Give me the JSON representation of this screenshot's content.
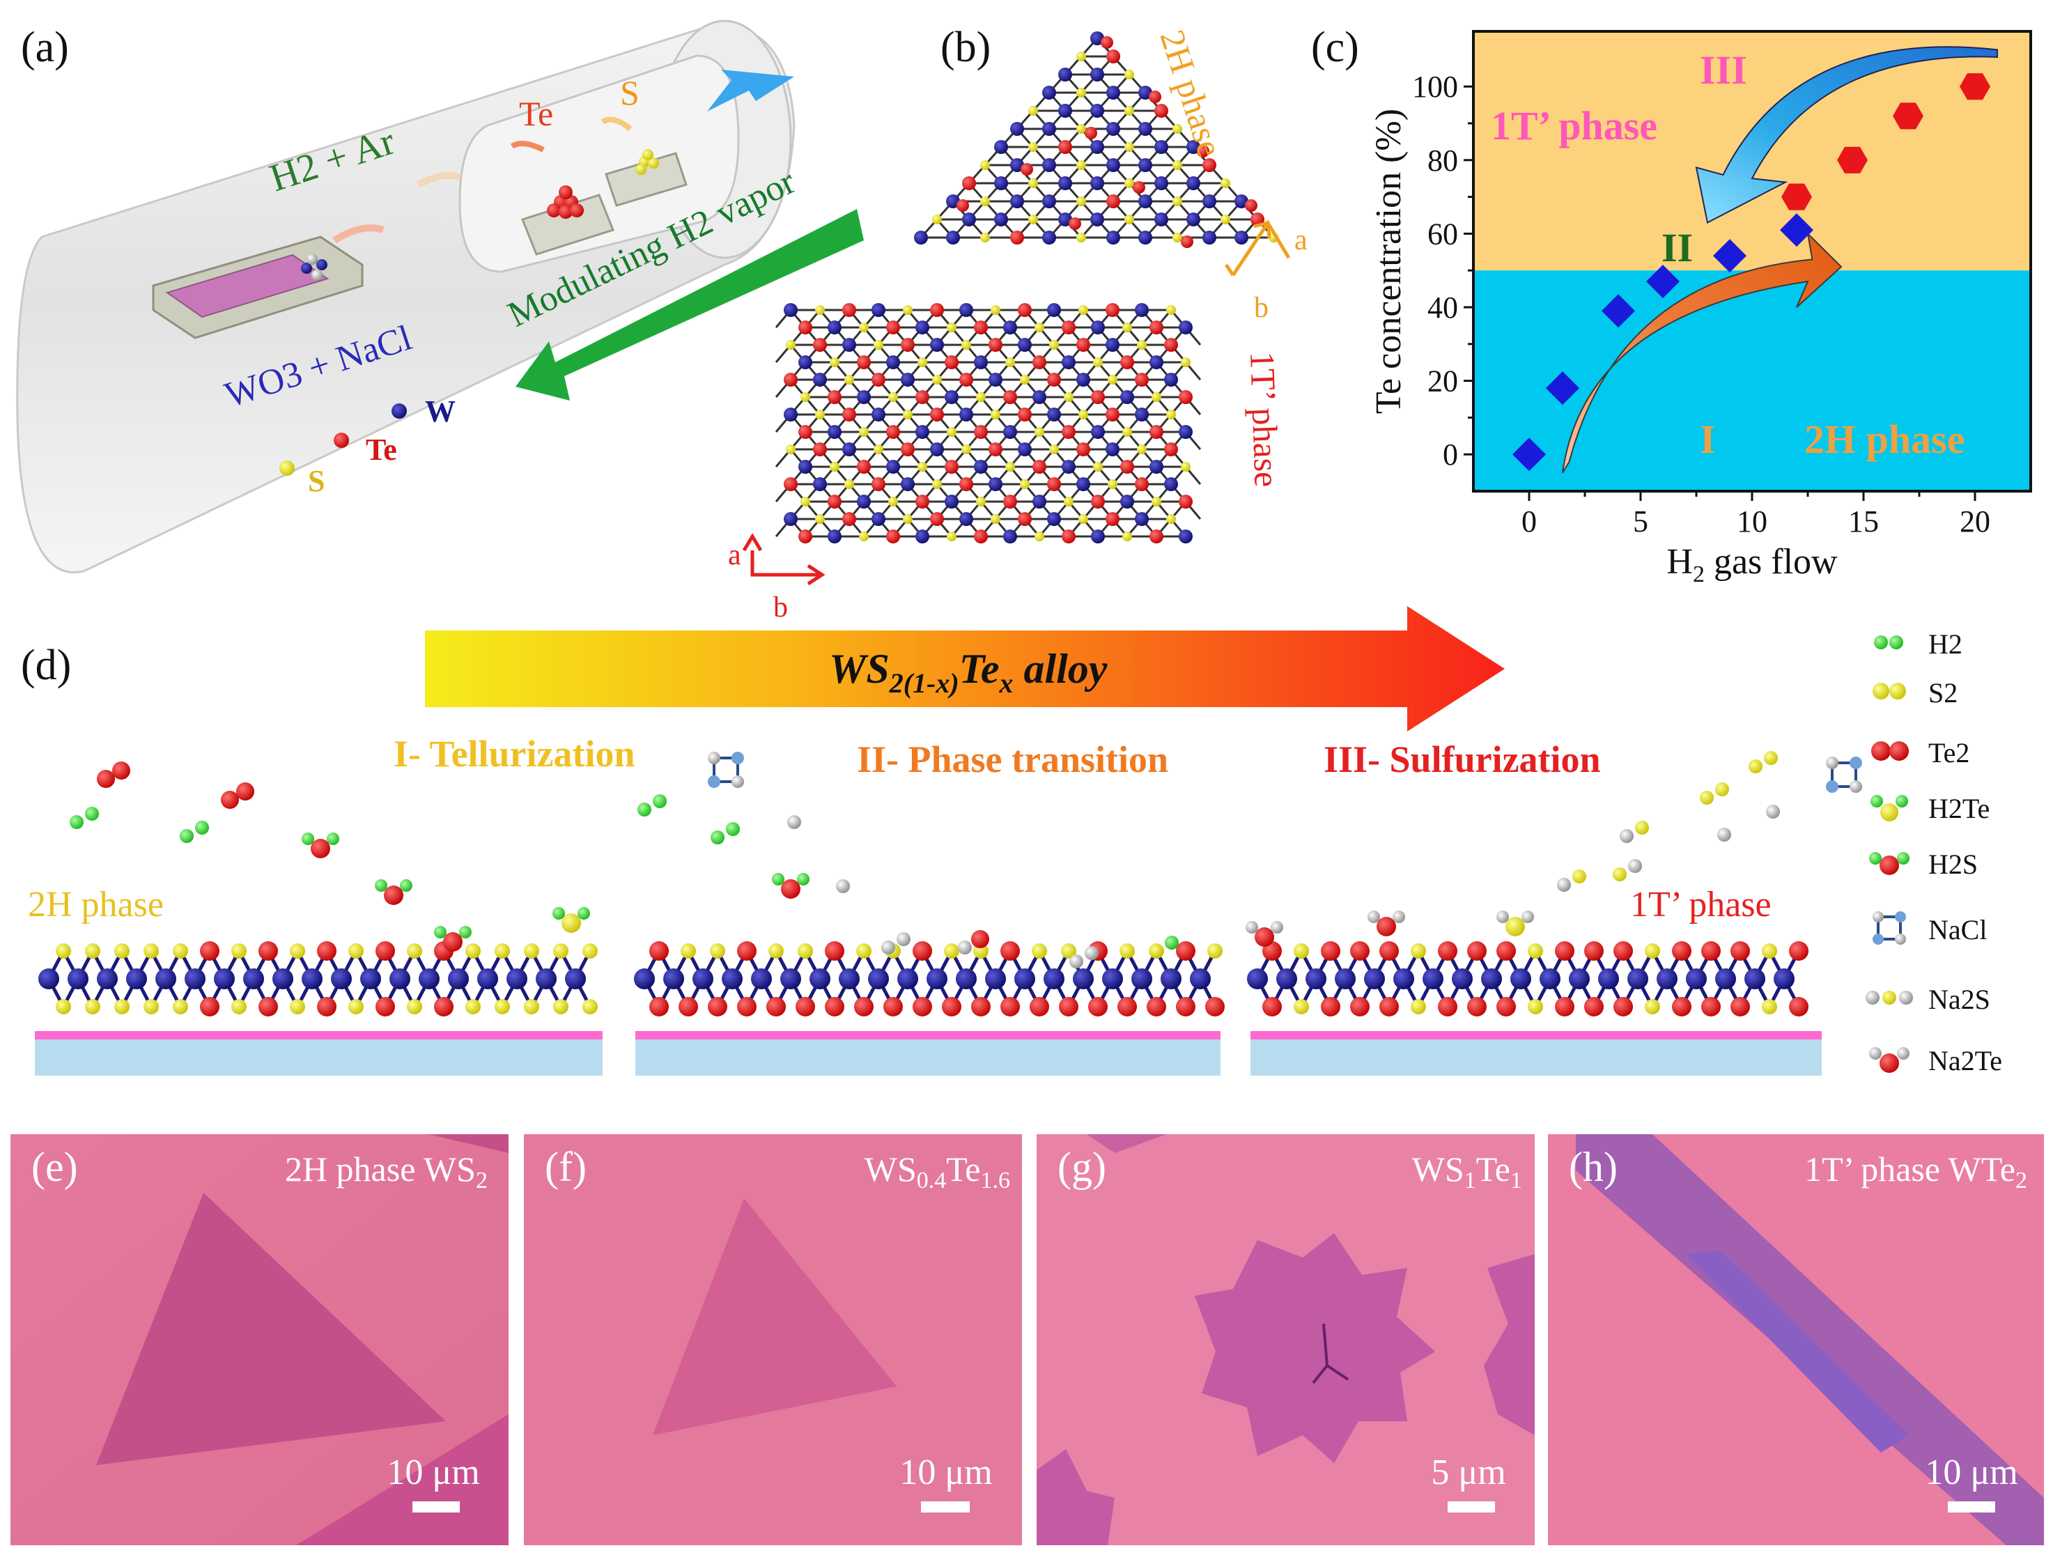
{
  "panels": {
    "a": {
      "label": "(a)",
      "gas": "H2 + Ar",
      "precursor": "WO3 + NaCl",
      "te": "Te",
      "s": "S",
      "arrow_text": "Modulating H2 vapor",
      "legend": {
        "w": "W",
        "te": "Te",
        "s": "S"
      }
    },
    "b": {
      "label": "(b)",
      "phase_2h": "2H phase",
      "phase_1t": "1T’ phase",
      "axis_a": "a",
      "axis_b": "b"
    },
    "c": {
      "label": "(c)"
    },
    "d": {
      "label": "(d)",
      "banner": "WS2(1-x)Tex alloy",
      "stage1": "I- Tellurization",
      "stage2": "II- Phase transition",
      "stage3": "III- Sulfurization",
      "left_phase": "2H phase",
      "right_phase": "1T’ phase",
      "legend": [
        {
          "key": "h2",
          "text": "H2"
        },
        {
          "key": "s2",
          "text": "S2"
        },
        {
          "key": "te2",
          "text": "Te2"
        },
        {
          "key": "h2te",
          "text": "H2Te"
        },
        {
          "key": "h2s",
          "text": "H2S"
        },
        {
          "key": "nacl",
          "text": "NaCl"
        },
        {
          "key": "na2s",
          "text": "Na2S"
        },
        {
          "key": "na2te",
          "text": "Na2Te"
        }
      ]
    },
    "micrographs": [
      {
        "label": "(e)",
        "title": "2H phase WS2",
        "scale": "10 μm"
      },
      {
        "label": "(f)",
        "title": "WS0.4Te1.6",
        "scale": "10 μm"
      },
      {
        "label": "(g)",
        "title": "WS1Te1",
        "scale": "5 μm"
      },
      {
        "label": "(h)",
        "title": "1T’ phase WTe2",
        "scale": "10 μm"
      }
    ]
  },
  "chart_data": {
    "type": "scatter",
    "xlabel": "H2 gas flow",
    "ylabel": "Te concentration (%)",
    "xlim": [
      -2.5,
      22.5
    ],
    "ylim": [
      -10,
      115
    ],
    "x_ticks": [
      0,
      5,
      10,
      15,
      20
    ],
    "y_ticks": [
      0,
      20,
      40,
      60,
      80,
      100
    ],
    "phase_boundary_y": 50,
    "region_labels": {
      "upper": "1T’ phase",
      "lower": "2H phase",
      "I": "I",
      "II": "II",
      "III": "III"
    },
    "series": [
      {
        "marker": "diamond",
        "color": "#1a1adb",
        "points": [
          [
            0,
            0
          ],
          [
            1.5,
            18
          ],
          [
            4,
            39
          ],
          [
            6,
            47
          ],
          [
            9,
            54
          ],
          [
            12,
            61
          ]
        ]
      },
      {
        "marker": "hexagon",
        "color": "#e8161b",
        "points": [
          [
            12,
            70
          ],
          [
            14.5,
            80
          ],
          [
            17,
            92
          ],
          [
            20,
            100
          ]
        ]
      }
    ],
    "colors": {
      "upper_region": "#fdd27c",
      "lower_region": "#00c8ee"
    }
  }
}
